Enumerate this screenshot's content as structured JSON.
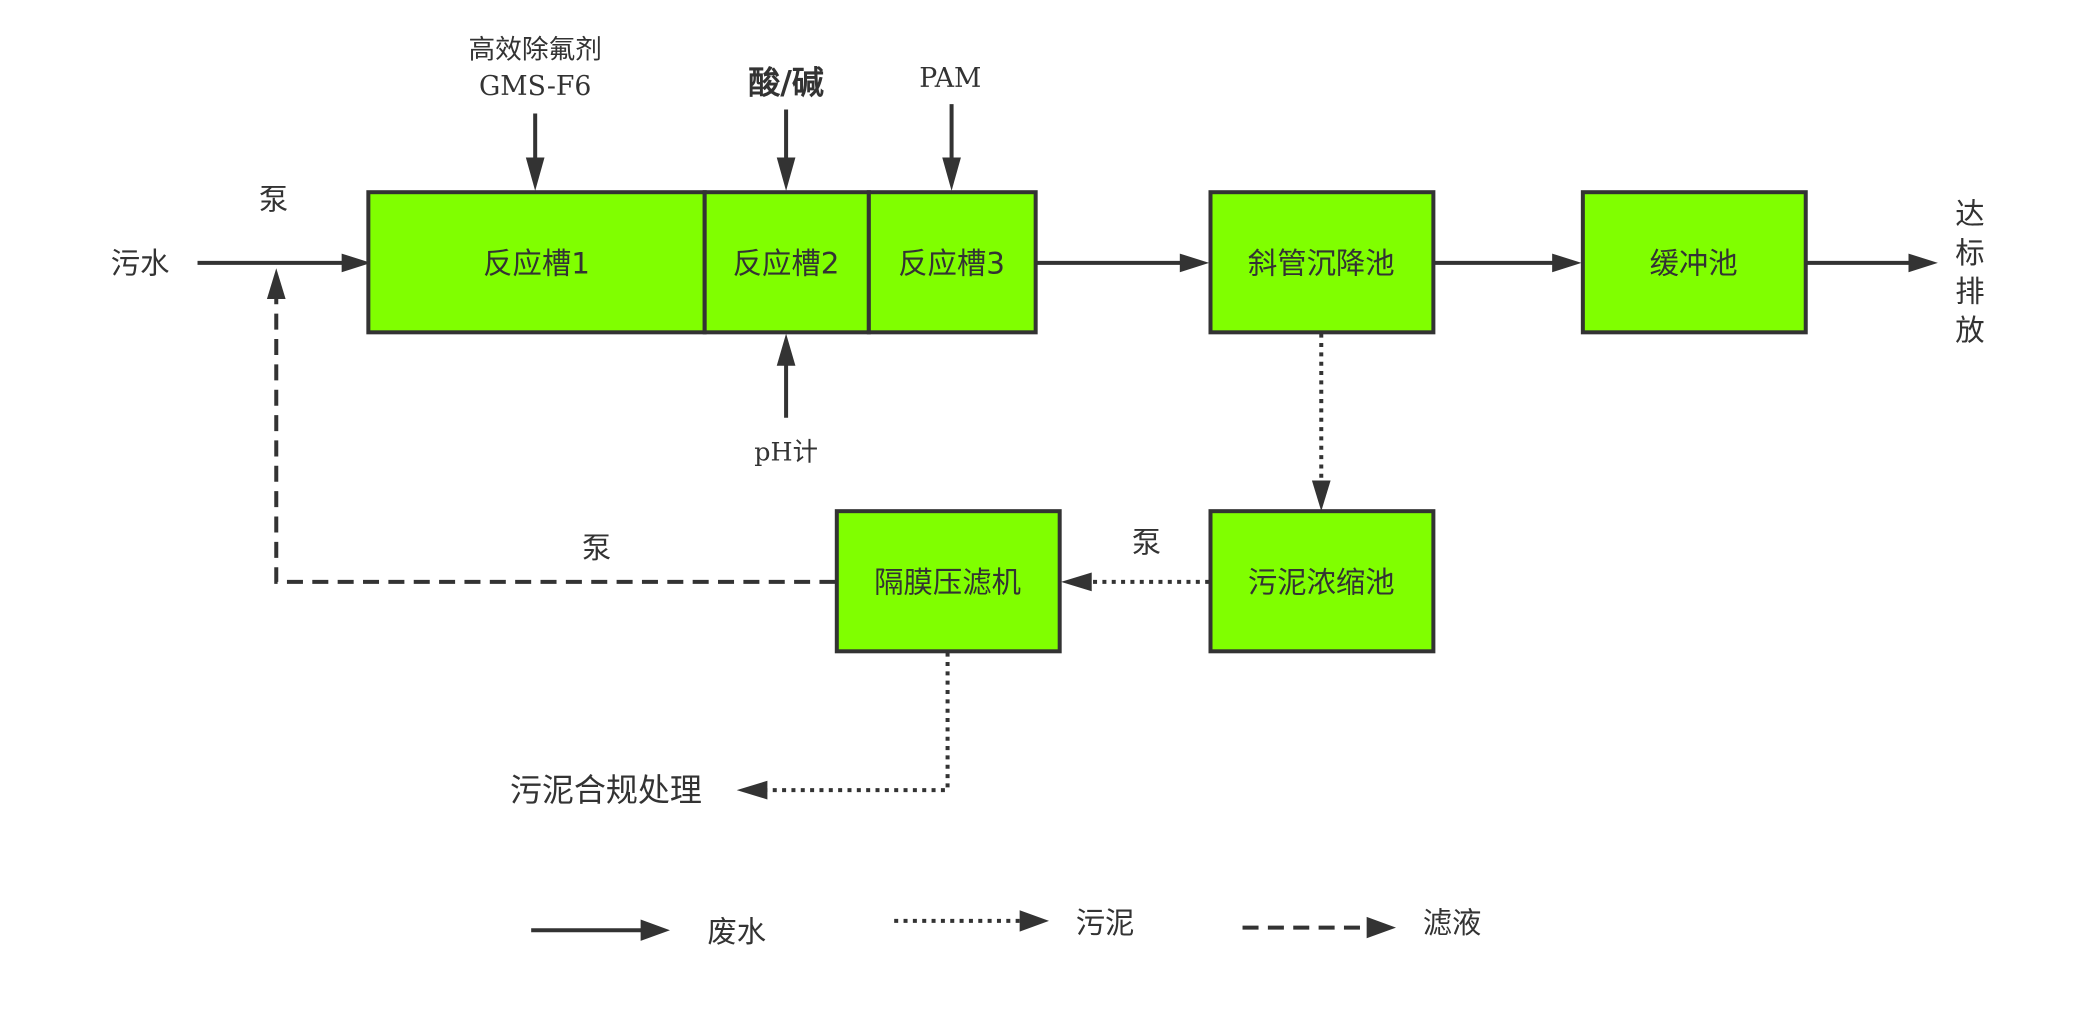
{
  "diagram": {
    "colors": {
      "box_fill": "#80ff00",
      "stroke": "#333333",
      "text": "#333333"
    },
    "inputs": {
      "wastewater": "污水",
      "pump_top": "泵",
      "agent_line1": "高效除氟剂",
      "agent_line2": "GMS-F6",
      "acid_base": "酸/碱",
      "pam": "PAM",
      "ph_meter": "pH计"
    },
    "boxes": {
      "tank1": "反应槽1",
      "tank2": "反应槽2",
      "tank3": "反应槽3",
      "settling": "斜管沉降池",
      "buffer": "缓冲池",
      "thickener": "污泥浓缩池",
      "filter_press": "隔膜压滤机"
    },
    "outputs": {
      "discharge": [
        "达",
        "标",
        "排",
        "放"
      ],
      "sludge_disposal": "污泥合规处理",
      "pump_right": "泵",
      "pump_left": "泵"
    },
    "legend": {
      "wastewater": "废水",
      "sludge": "污泥",
      "filtrate": "滤液"
    }
  }
}
